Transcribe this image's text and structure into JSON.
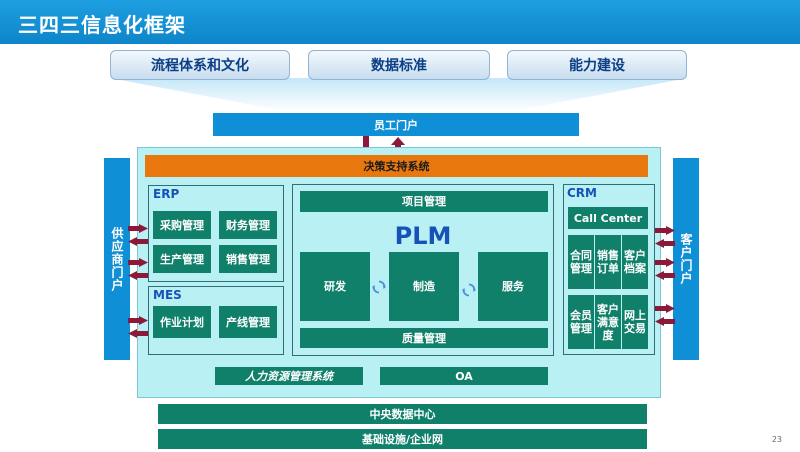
{
  "title": "三四三信息化框架",
  "pillars": [
    "流程体系和文化",
    "数据标准",
    "能力建设"
  ],
  "employee_portal": "员工门户",
  "decision_support": "决策支持系统",
  "supplier_portal": "供应商门户",
  "customer_portal": "客户门户",
  "erp": {
    "label": "ERP",
    "items": [
      "采购管理",
      "财务管理",
      "生产管理",
      "销售管理"
    ]
  },
  "mes": {
    "label": "MES",
    "items": [
      "作业计划",
      "产线管理"
    ]
  },
  "plm": {
    "project": "项目管理",
    "title": "PLM",
    "items": [
      "研发",
      "制造",
      "服务"
    ],
    "quality": "质量管理"
  },
  "crm": {
    "label": "CRM",
    "call_center": "Call Center",
    "row1": [
      "合同管理",
      "销售订单",
      "客户档案"
    ],
    "row2": [
      "会员管理",
      "客户满意度",
      "网上交易"
    ]
  },
  "hr_system": "人力资源管理系统",
  "oa": "OA",
  "data_center": "中央数据中心",
  "infrastructure": "基础设施/企业网",
  "page_number": "23",
  "colors": {
    "title_blue": "#0f8fd6",
    "frame_cyan": "#b9f0f3",
    "teal_box": "#11806b",
    "orange": "#e8780e",
    "arrow_maroon": "#8b1a3a",
    "label_blue": "#1652b8"
  }
}
